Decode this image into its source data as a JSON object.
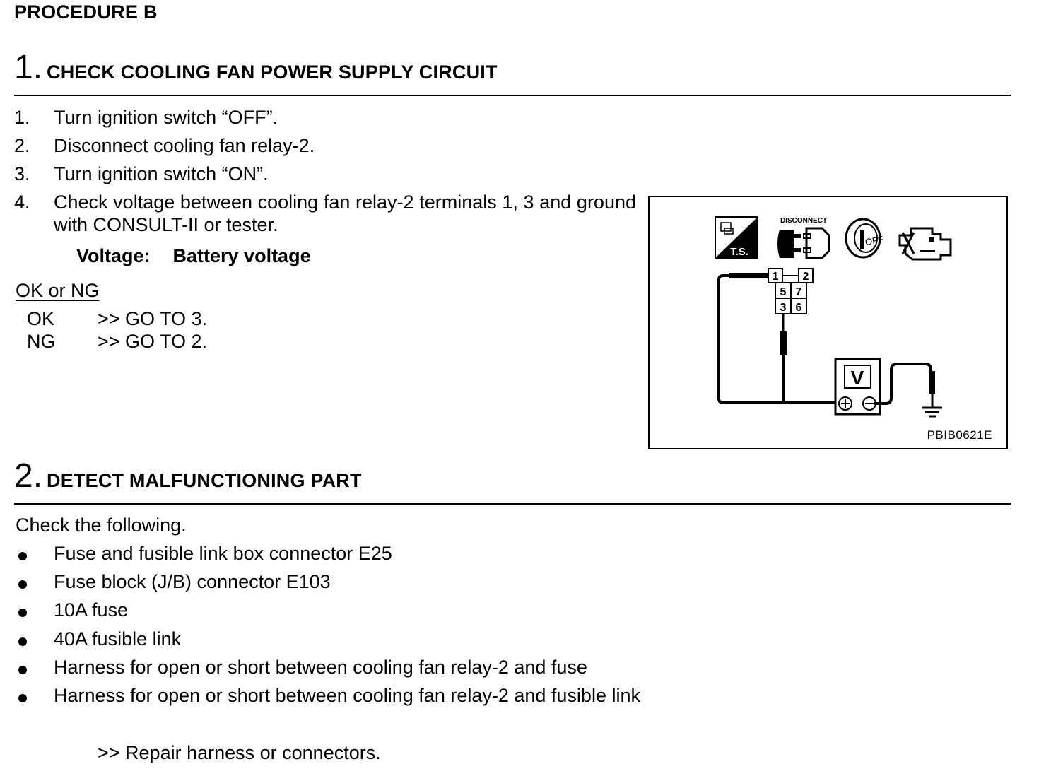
{
  "procedure_title": "PROCEDURE B",
  "step1": {
    "number": "1.",
    "title": "CHECK COOLING FAN POWER SUPPLY CIRCUIT",
    "items": [
      {
        "n": "1.",
        "text": "Turn ignition switch “OFF”."
      },
      {
        "n": "2.",
        "text": "Disconnect cooling fan relay-2."
      },
      {
        "n": "3.",
        "text": "Turn ignition switch “ON”."
      },
      {
        "n": "4.",
        "text": "Check voltage between cooling fan relay-2 terminals 1, 3 and ground with CONSULT-II or tester."
      }
    ],
    "spec_label": "Voltage:",
    "spec_value": "Battery voltage",
    "ok_ng_label": "OK or NG",
    "results": [
      {
        "key": "OK",
        "action": ">> GO TO 3."
      },
      {
        "key": "NG",
        "action": ">> GO TO 2."
      }
    ]
  },
  "figure": {
    "icon_labels": {
      "ts": "T.S.",
      "disconnect": "DISCONNECT",
      "off": "OFF"
    },
    "terminals": [
      "1",
      "2",
      "5",
      "7",
      "3",
      "6"
    ],
    "meter_label": "V",
    "code": "PBIB0621E"
  },
  "step2": {
    "number": "2.",
    "title": "DETECT MALFUNCTIONING PART",
    "intro": "Check the following.",
    "bullets": [
      "Fuse and fusible link box connector E25",
      "Fuse block (J/B) connector E103",
      "10A fuse",
      "40A fusible link",
      "Harness for open or short between cooling fan relay-2 and fuse",
      "Harness for open or short between cooling fan relay-2 and fusible link"
    ],
    "result": ">> Repair harness or connectors."
  }
}
